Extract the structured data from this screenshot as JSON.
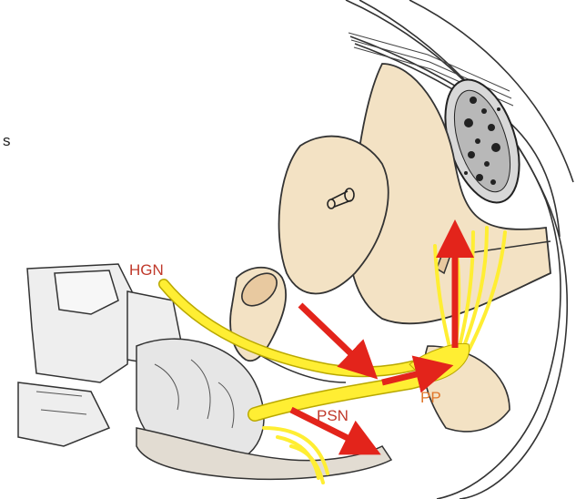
{
  "labels": {
    "hgn": "HGN",
    "psn": "PSN",
    "pp": "PP",
    "side_fragment": "s"
  },
  "colors": {
    "organ": "#f3e2c4",
    "nerve": "#ffee33",
    "nerve_stroke": "#b9a800",
    "arrow": "#e3241b",
    "bone": "#eeeeee",
    "outline": "#333333",
    "label_red": "#c0392b",
    "label_orange": "#e0762a"
  }
}
